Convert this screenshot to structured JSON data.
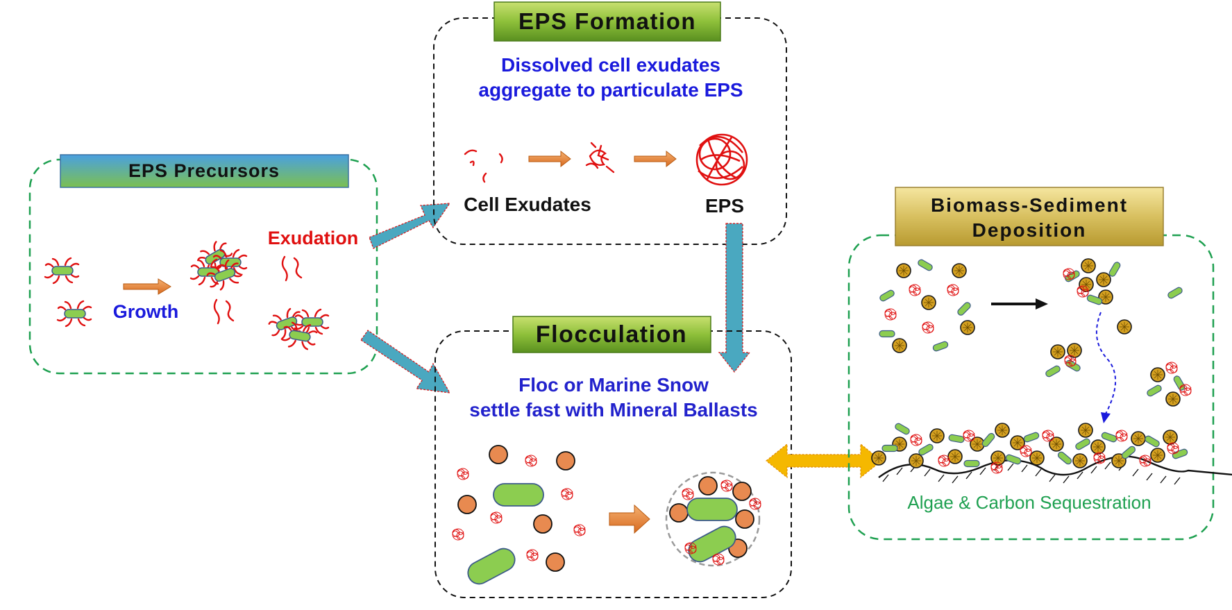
{
  "precursors": {
    "title": "EPS Precursors",
    "growth_label": "Growth",
    "exudation_label": "Exudation"
  },
  "formation": {
    "title": "EPS Formation",
    "desc_line1": "Dissolved cell exudates",
    "desc_line2": "aggregate to particulate EPS",
    "cell_exudates_label": "Cell Exudates",
    "eps_label": "EPS"
  },
  "flocculation": {
    "title": "Flocculation",
    "desc_line1": "Floc or Marine Snow",
    "desc_line2": "settle fast with Mineral Ballasts"
  },
  "deposition": {
    "title_line1": "Biomass-Sediment",
    "title_line2": "Deposition",
    "caption": "Algae & Carbon Sequestration"
  },
  "colors": {
    "blue_text": "#1a1adc",
    "red_text": "#e01010",
    "green_text": "#1ea050",
    "arrow_teal": "#4aa8c0",
    "algae_green": "#8ccd50",
    "mineral_orange": "#e88a50",
    "deposit_gold": "#d4a020",
    "connector_yellow": "#f5b800"
  }
}
